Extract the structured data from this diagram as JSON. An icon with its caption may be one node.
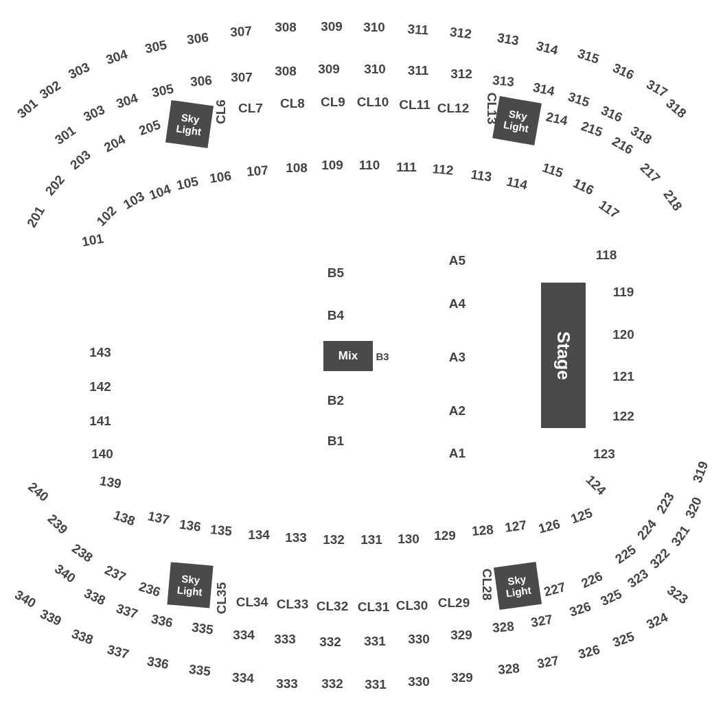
{
  "diagram": {
    "nodes": [
      {
        "text": [
          "Sky Light"
        ]
      },
      {
        "text": [
          "Sky Light"
        ]
      },
      {
        "text": [
          "Mix"
        ]
      },
      {
        "text": [
          "Stage"
        ]
      },
      {
        "text": [
          "Sky Light"
        ]
      },
      {
        "text": [
          "Sky Light"
        ]
      }
    ],
    "labels": [
      "301",
      "302",
      "303",
      "304",
      "305",
      "306",
      "307",
      "308",
      "309",
      "310",
      "311",
      "312",
      "313",
      "314",
      "315",
      "316",
      "317",
      "318",
      "301",
      "303",
      "304",
      "305",
      "306",
      "307",
      "308",
      "309",
      "310",
      "311",
      "312",
      "313",
      "314",
      "315",
      "316",
      "318",
      "201",
      "202",
      "203",
      "204",
      "205",
      "CL6",
      "CL7",
      "CL8",
      "CL9",
      "CL10",
      "CL11",
      "CL12",
      "CL13",
      "214",
      "215",
      "216",
      "217",
      "218",
      "101",
      "102",
      "103",
      "104",
      "105",
      "106",
      "107",
      "108",
      "109",
      "110",
      "111",
      "112",
      "113",
      "114",
      "115",
      "116",
      "117",
      "118",
      "119",
      "120",
      "121",
      "122",
      "123",
      "124",
      "143",
      "142",
      "141",
      "140",
      "139",
      "B5",
      "B4",
      "B3",
      "B2",
      "B1",
      "A5",
      "A4",
      "A3",
      "A2",
      "A1",
      "138",
      "137",
      "136",
      "135",
      "134",
      "133",
      "132",
      "131",
      "130",
      "129",
      "128",
      "127",
      "126",
      "125",
      "240",
      "239",
      "238",
      "237",
      "236",
      "340",
      "338",
      "337",
      "336",
      "335",
      "CL35",
      "CL34",
      "CL33",
      "CL32",
      "CL31",
      "CL30",
      "CL29",
      "CL28",
      "227",
      "226",
      "225",
      "224",
      "223",
      "319",
      "320",
      "321",
      "322",
      "328",
      "327",
      "326",
      "325",
      "323",
      "334",
      "333",
      "332",
      "331",
      "330",
      "329",
      "340",
      "339",
      "338",
      "337",
      "336",
      "335",
      "334",
      "333",
      "332",
      "331",
      "330",
      "329",
      "328",
      "327",
      "326",
      "325",
      "324",
      "323"
    ]
  }
}
